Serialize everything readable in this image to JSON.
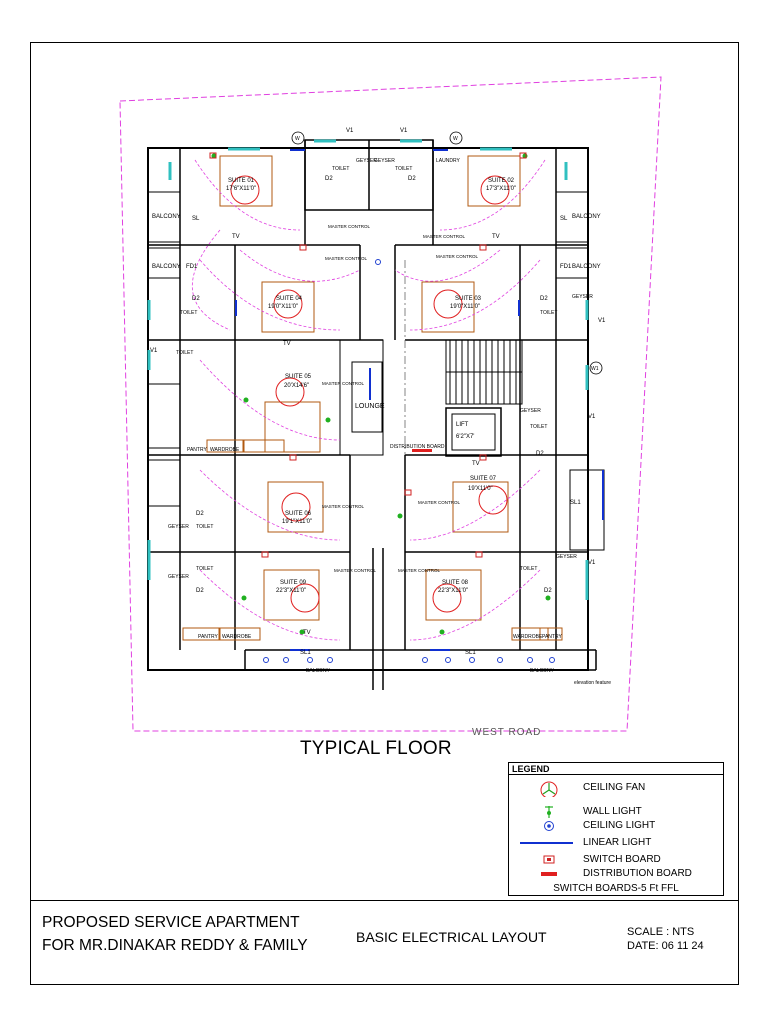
{
  "drawing": {
    "view_title": "TYPICAL FLOOR",
    "road_label": "WEST ROAD",
    "elevation_note": "elevation feature",
    "project_line_1": "PROPOSED SERVICE APARTMENT",
    "project_line_2": "FOR MR.DINAKAR REDDY & FAMILY",
    "drawing_title": "BASIC ELECTRICAL LAYOUT",
    "scale": "SCALE : NTS",
    "date": "DATE: 06 11 24"
  },
  "plan_labels": {
    "suite_01": "SUITE 01",
    "suite_01_dim": "17'6\"X11'0\"",
    "suite_02": "SUITE 02",
    "suite_02_dim": "17'3\"X11'0\"",
    "suite_03": "SUITE 03",
    "suite_03_dim": "19'0\"X11'0\"",
    "suite_04": "SUITE 04",
    "suite_04_dim": "19'0\"X11'0\"",
    "suite_05": "SUITE 05",
    "suite_05_dim": "20'X14'6\"",
    "suite_06": "SUITE 06",
    "suite_06_dim": "19'1\"X11'0\"",
    "suite_07": "SUITE 07",
    "suite_07_dim": "19'X11'0\"",
    "suite_08": "SUITE 08",
    "suite_08_dim": "22'3\"X11'0\"",
    "suite_09": "SUITE 09",
    "suite_09_dim": "22'3\"X11'0\"",
    "lounge": "LOUNGE",
    "lift": "LIFT",
    "lift_dim": "6'2\"X7'",
    "distribution_board": "DISTRIBUTION BOARD",
    "balcony": "BALCONY",
    "toilet": "TOILET",
    "geyser": "GEYSER",
    "pantry": "PANTRY",
    "wardrobe": "WARDROBE",
    "master_control": "MASTER CONTROL",
    "laundry": "LAUNDRY",
    "sl": "SL",
    "sl1": "SL1",
    "fd1": "FD1",
    "d2": "D2",
    "tv": "TV",
    "v1": "V1",
    "w": "W",
    "w1": "W1"
  },
  "legend": {
    "title": "LEGEND",
    "items": [
      {
        "symbol": "ceiling-fan",
        "label": "CEILING FAN"
      },
      {
        "symbol": "wall-light",
        "label": "WALL  LIGHT"
      },
      {
        "symbol": "ceiling-light",
        "label": "CEILING LIGHT"
      },
      {
        "symbol": "linear-light",
        "label": "LINEAR  LIGHT"
      },
      {
        "symbol": "switch-board",
        "label": "SWITCH BOARD"
      },
      {
        "symbol": "distribution-board",
        "label": "DISTRIBUTION  BOARD"
      }
    ],
    "note": "SWITCH BOARDS-5 Ft FFL"
  },
  "colors": {
    "site_boundary": "#e040e0",
    "wiring": "#e040e0",
    "walls": "#000000",
    "furniture": "#b05a10",
    "fan": "#e02020",
    "wall_light": "#20b020",
    "ceiling_light": "#2040d0",
    "linear_light": "#1030d0",
    "switch_board": "#d02020",
    "glazing": "#30c0c0"
  }
}
